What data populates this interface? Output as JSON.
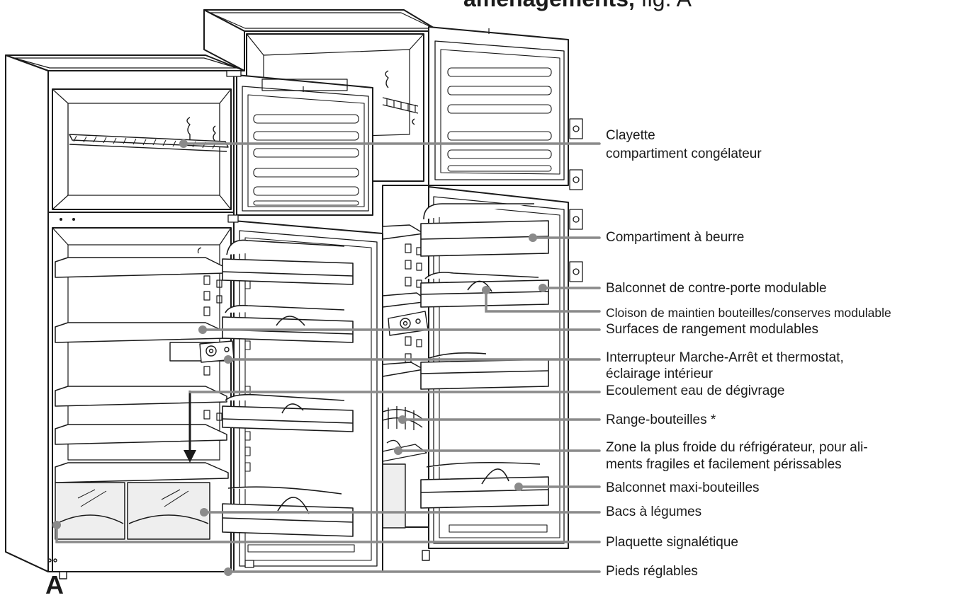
{
  "header": {
    "title": "aménagements,",
    "figure_ref": " fig. A"
  },
  "figure_letter": "A",
  "labels": {
    "clayette": "Clayette",
    "clayette_2": "compartiment congélateur",
    "beurre": "Compartiment à beurre",
    "balconnet": "Balconnet de contre-porte modulable",
    "cloison": "Cloison de maintien bouteilles/conserves modulable",
    "surfaces": "Surfaces de rangement modulables",
    "interrupteur": "Interrupteur Marche-Arrêt et thermostat,",
    "interrupteur_2": "éclairage intérieur",
    "ecoulement": "Ecoulement eau de dégivrage",
    "range": "Range-bouteilles *",
    "zone": "Zone la plus froide du réfrigérateur, pour ali-",
    "zone_2": "ments fragiles et facilement périssables",
    "maxi": " Balconnet maxi-bouteilles",
    "bacs": "Bacs à légumes",
    "plaquette": "Plaquette signalétique",
    "pieds": "Pieds réglables"
  },
  "colors": {
    "outline": "#1a1a1a",
    "leader": "#8a8a8a",
    "dot": "#8a8a8a",
    "interior": "#ffffff",
    "drawer": "#eeeeee"
  }
}
